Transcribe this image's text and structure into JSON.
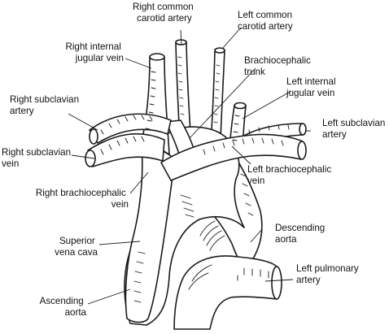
{
  "labels": {
    "right_common_carotid": [
      "Right common",
      "carotid artery"
    ],
    "left_common_carotid": [
      "Left common",
      "carotid artery"
    ],
    "right_internal_jugular": [
      "Right internal",
      "jugular vein"
    ],
    "brachiocephalic_trunk": [
      "Brachiocephalic",
      "trunk"
    ],
    "left_internal_jugular": [
      "Left internal",
      "jugular vein"
    ],
    "right_subclavian_artery": [
      "Right subclavian",
      "artery"
    ],
    "left_subclavian": [
      "Left subclavian",
      "artery"
    ],
    "right_subclavian_vein": [
      "Right subclavian",
      "vein"
    ],
    "left_brachiocephalic": [
      "Left brachiocephalic",
      "vein"
    ],
    "right_brachiocephalic": [
      "Right brachiocephalic",
      "vein"
    ],
    "descending_aorta": [
      "Descending",
      "aorta"
    ],
    "superior_vena_cava": [
      "Superior",
      "vena cava"
    ],
    "left_pulmonary": [
      "Left pulmonary",
      "artery"
    ],
    "ascending_aorta": [
      "Ascending",
      "aorta"
    ]
  }
}
